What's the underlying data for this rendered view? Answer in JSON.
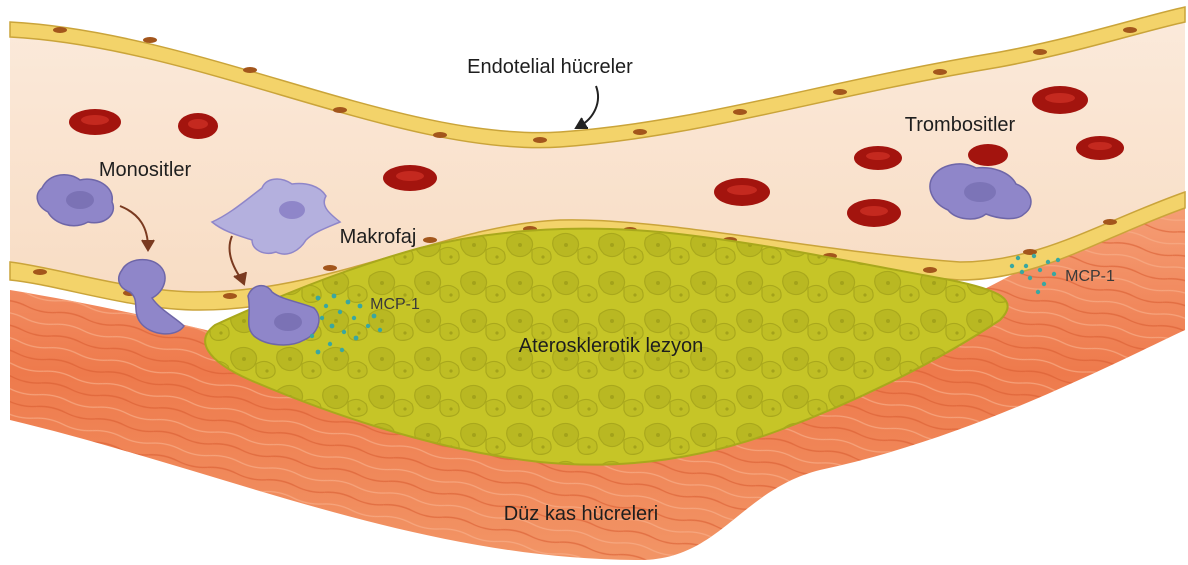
{
  "labels": {
    "endothelial": "Endotelial hücreler",
    "platelets": "Trombositler",
    "monocytes": "Monositler",
    "macrophage": "Makrofaj",
    "mcp1_left": "MCP-1",
    "mcp1_right": "MCP-1",
    "lesion": "Aterosklerotik lezyon",
    "smooth_muscle": "Düz kas hücreleri"
  },
  "colors": {
    "vessel_lumen": "#fbe6d2",
    "endothelium": "#f3d36a",
    "red_blood_cell": "#a3140e",
    "muscle": "#f07a4a",
    "muscle_light": "#f6a27a",
    "lesion": "#c8c828",
    "cell": "#8f86c9",
    "mcp1_dots": "#3aa7a0"
  },
  "icons": {
    "cell_to_tissue_arrow": "curved-arrow-icon",
    "monocyte": "monocyte-cell-icon",
    "macrophage": "macrophage-cell-icon",
    "platelet": "platelet-cell-icon",
    "red_blood_cell": "red-blood-cell-icon"
  }
}
